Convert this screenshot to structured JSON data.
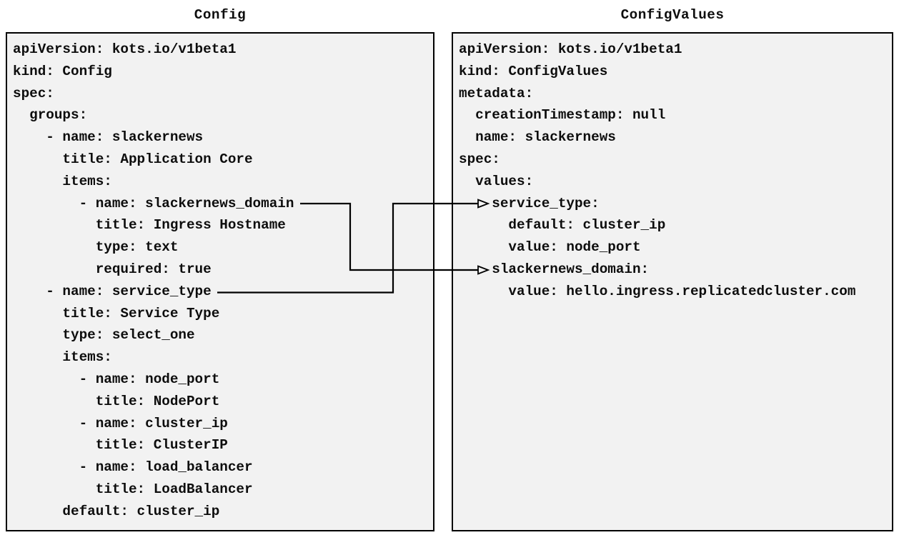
{
  "diagram": {
    "panels": {
      "config": {
        "title": "Config",
        "lines": [
          "apiVersion: kots.io/v1beta1",
          "kind: Config",
          "spec:",
          "  groups:",
          "    - name: slackernews",
          "      title: Application Core",
          "      items:",
          "        - name: slackernews_domain",
          "          title: Ingress Hostname",
          "          type: text",
          "          required: true",
          "    - name: service_type",
          "      title: Service Type",
          "      type: select_one",
          "      items:",
          "        - name: node_port",
          "          title: NodePort",
          "        - name: cluster_ip",
          "          title: ClusterIP",
          "        - name: load_balancer",
          "          title: LoadBalancer",
          "      default: cluster_ip"
        ]
      },
      "config_values": {
        "title": "ConfigValues",
        "lines": [
          "apiVersion: kots.io/v1beta1",
          "kind: ConfigValues",
          "metadata:",
          "  creationTimestamp: null",
          "  name: slackernews",
          "spec:",
          "  values:",
          "    service_type:",
          "      default: cluster_ip",
          "      value: node_port",
          "    slackernews_domain:",
          "      value: hello.ingress.replicatedcluster.com"
        ]
      }
    },
    "connections": [
      {
        "from": "Config item slackernews_domain",
        "to": "ConfigValues value slackernews_domain"
      },
      {
        "from": "Config item service_type",
        "to": "ConfigValues value service_type"
      }
    ],
    "colors": {
      "canvas_bg": "#ffffff",
      "panel_bg": "#f2f2f2",
      "border": "#000000",
      "text": "#0d0d0d",
      "arrow": "#000000"
    }
  }
}
